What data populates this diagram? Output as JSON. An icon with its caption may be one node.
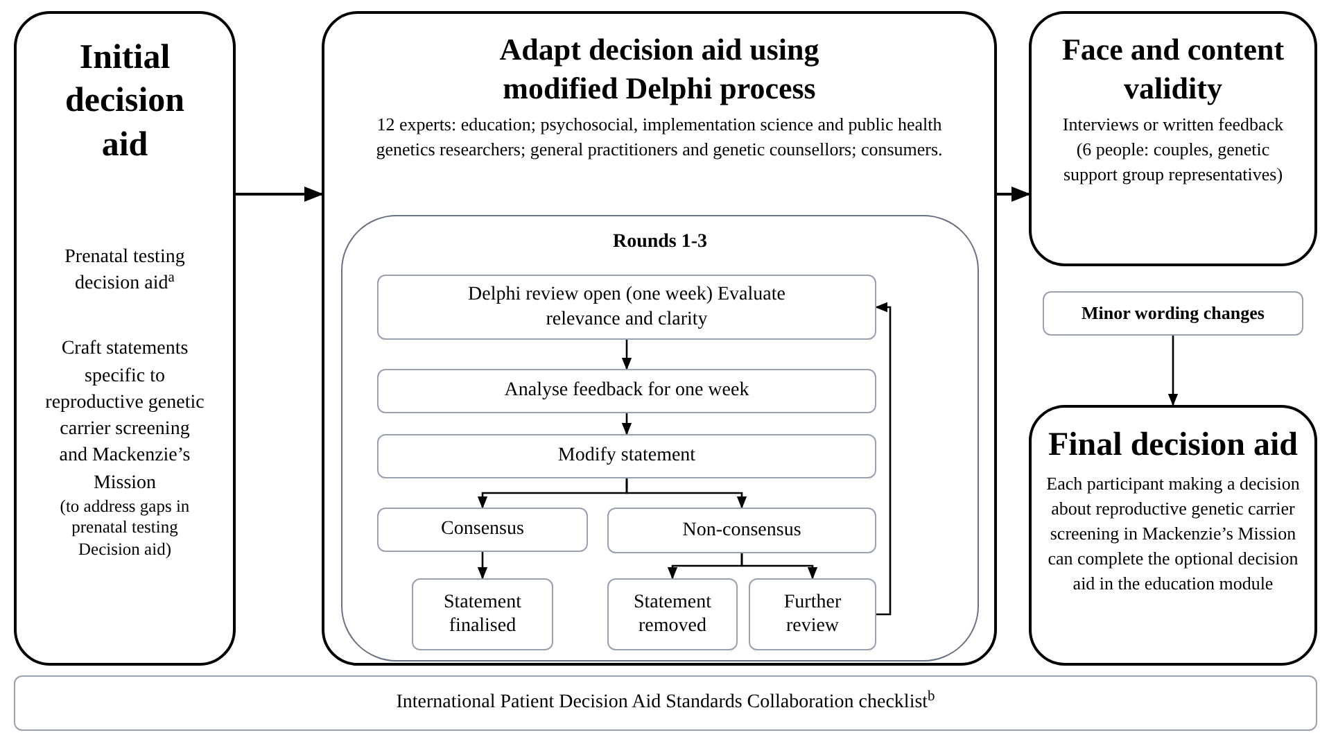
{
  "diagram": {
    "nodes": [
      {
        "text": [
          "Initial decision aid",
          "Prenatal testing decision aid$^{a}$",
          "Craft statements specific to reproductive genetic carrier screening and Mackenzie’s Mission",
          "(to address gaps in prenatal testing Decision aid)"
        ]
      },
      {
        "text": [
          "Adapt decision aid using modified Delphi process",
          "12 experts: education; psychosocial, implementation science and public health genetics researchers; general practitioners and genetic counsellors; consumers."
        ]
      },
      {
        "text": [
          "Rounds 1-3"
        ],
        "in": 1
      },
      {
        "text": [
          "Delphi review open (one week) Evaluate relevance and clarity"
        ],
        "in": 2
      },
      {
        "text": [
          "Analyse feedback for one week"
        ],
        "in": 2
      },
      {
        "text": [
          "Modify statement"
        ],
        "in": 2
      },
      {
        "text": [
          "Consensus"
        ],
        "in": 2
      },
      {
        "text": [
          "Non-consensus"
        ],
        "in": 2
      },
      {
        "text": [
          "Statement finalised"
        ],
        "in": 2
      },
      {
        "text": [
          "Statement removed"
        ],
        "in": 2
      },
      {
        "text": [
          "Further review"
        ],
        "in": 2
      },
      {
        "text": [
          "Face and content validity",
          "Interviews or written feedback (6 people: couples, genetic support group representatives)"
        ]
      },
      {
        "text": [
          "Minor wording changes"
        ]
      },
      {
        "text": [
          "Final decision aid",
          "Each participant making a decision about reproductive genetic carrier screening in Mackenzie’s Mission can complete the optional decision aid in the education module"
        ]
      },
      {
        "text": [
          "International Patient Decision Aid Standards Collaboration checklist$^{b}$"
        ]
      }
    ],
    "edges": [
      {
        "from": 0,
        "to": 1,
        "arrow": "to"
      },
      {
        "from": 1,
        "to": 11,
        "arrow": "to"
      },
      {
        "from": 3,
        "to": 4,
        "arrow": "to"
      },
      {
        "from": 4,
        "to": 5,
        "arrow": "to"
      },
      {
        "from": 5,
        "to": 6,
        "arrow": "to"
      },
      {
        "from": 5,
        "to": 7,
        "arrow": "to"
      },
      {
        "from": 6,
        "to": 8,
        "arrow": "to"
      },
      {
        "from": 7,
        "to": 9,
        "arrow": "to"
      },
      {
        "from": 7,
        "to": 10,
        "arrow": "to"
      },
      {
        "from": 10,
        "to": 3,
        "arrow": "to"
      },
      {
        "from": 12,
        "to": 13,
        "arrow": "to"
      }
    ]
  }
}
